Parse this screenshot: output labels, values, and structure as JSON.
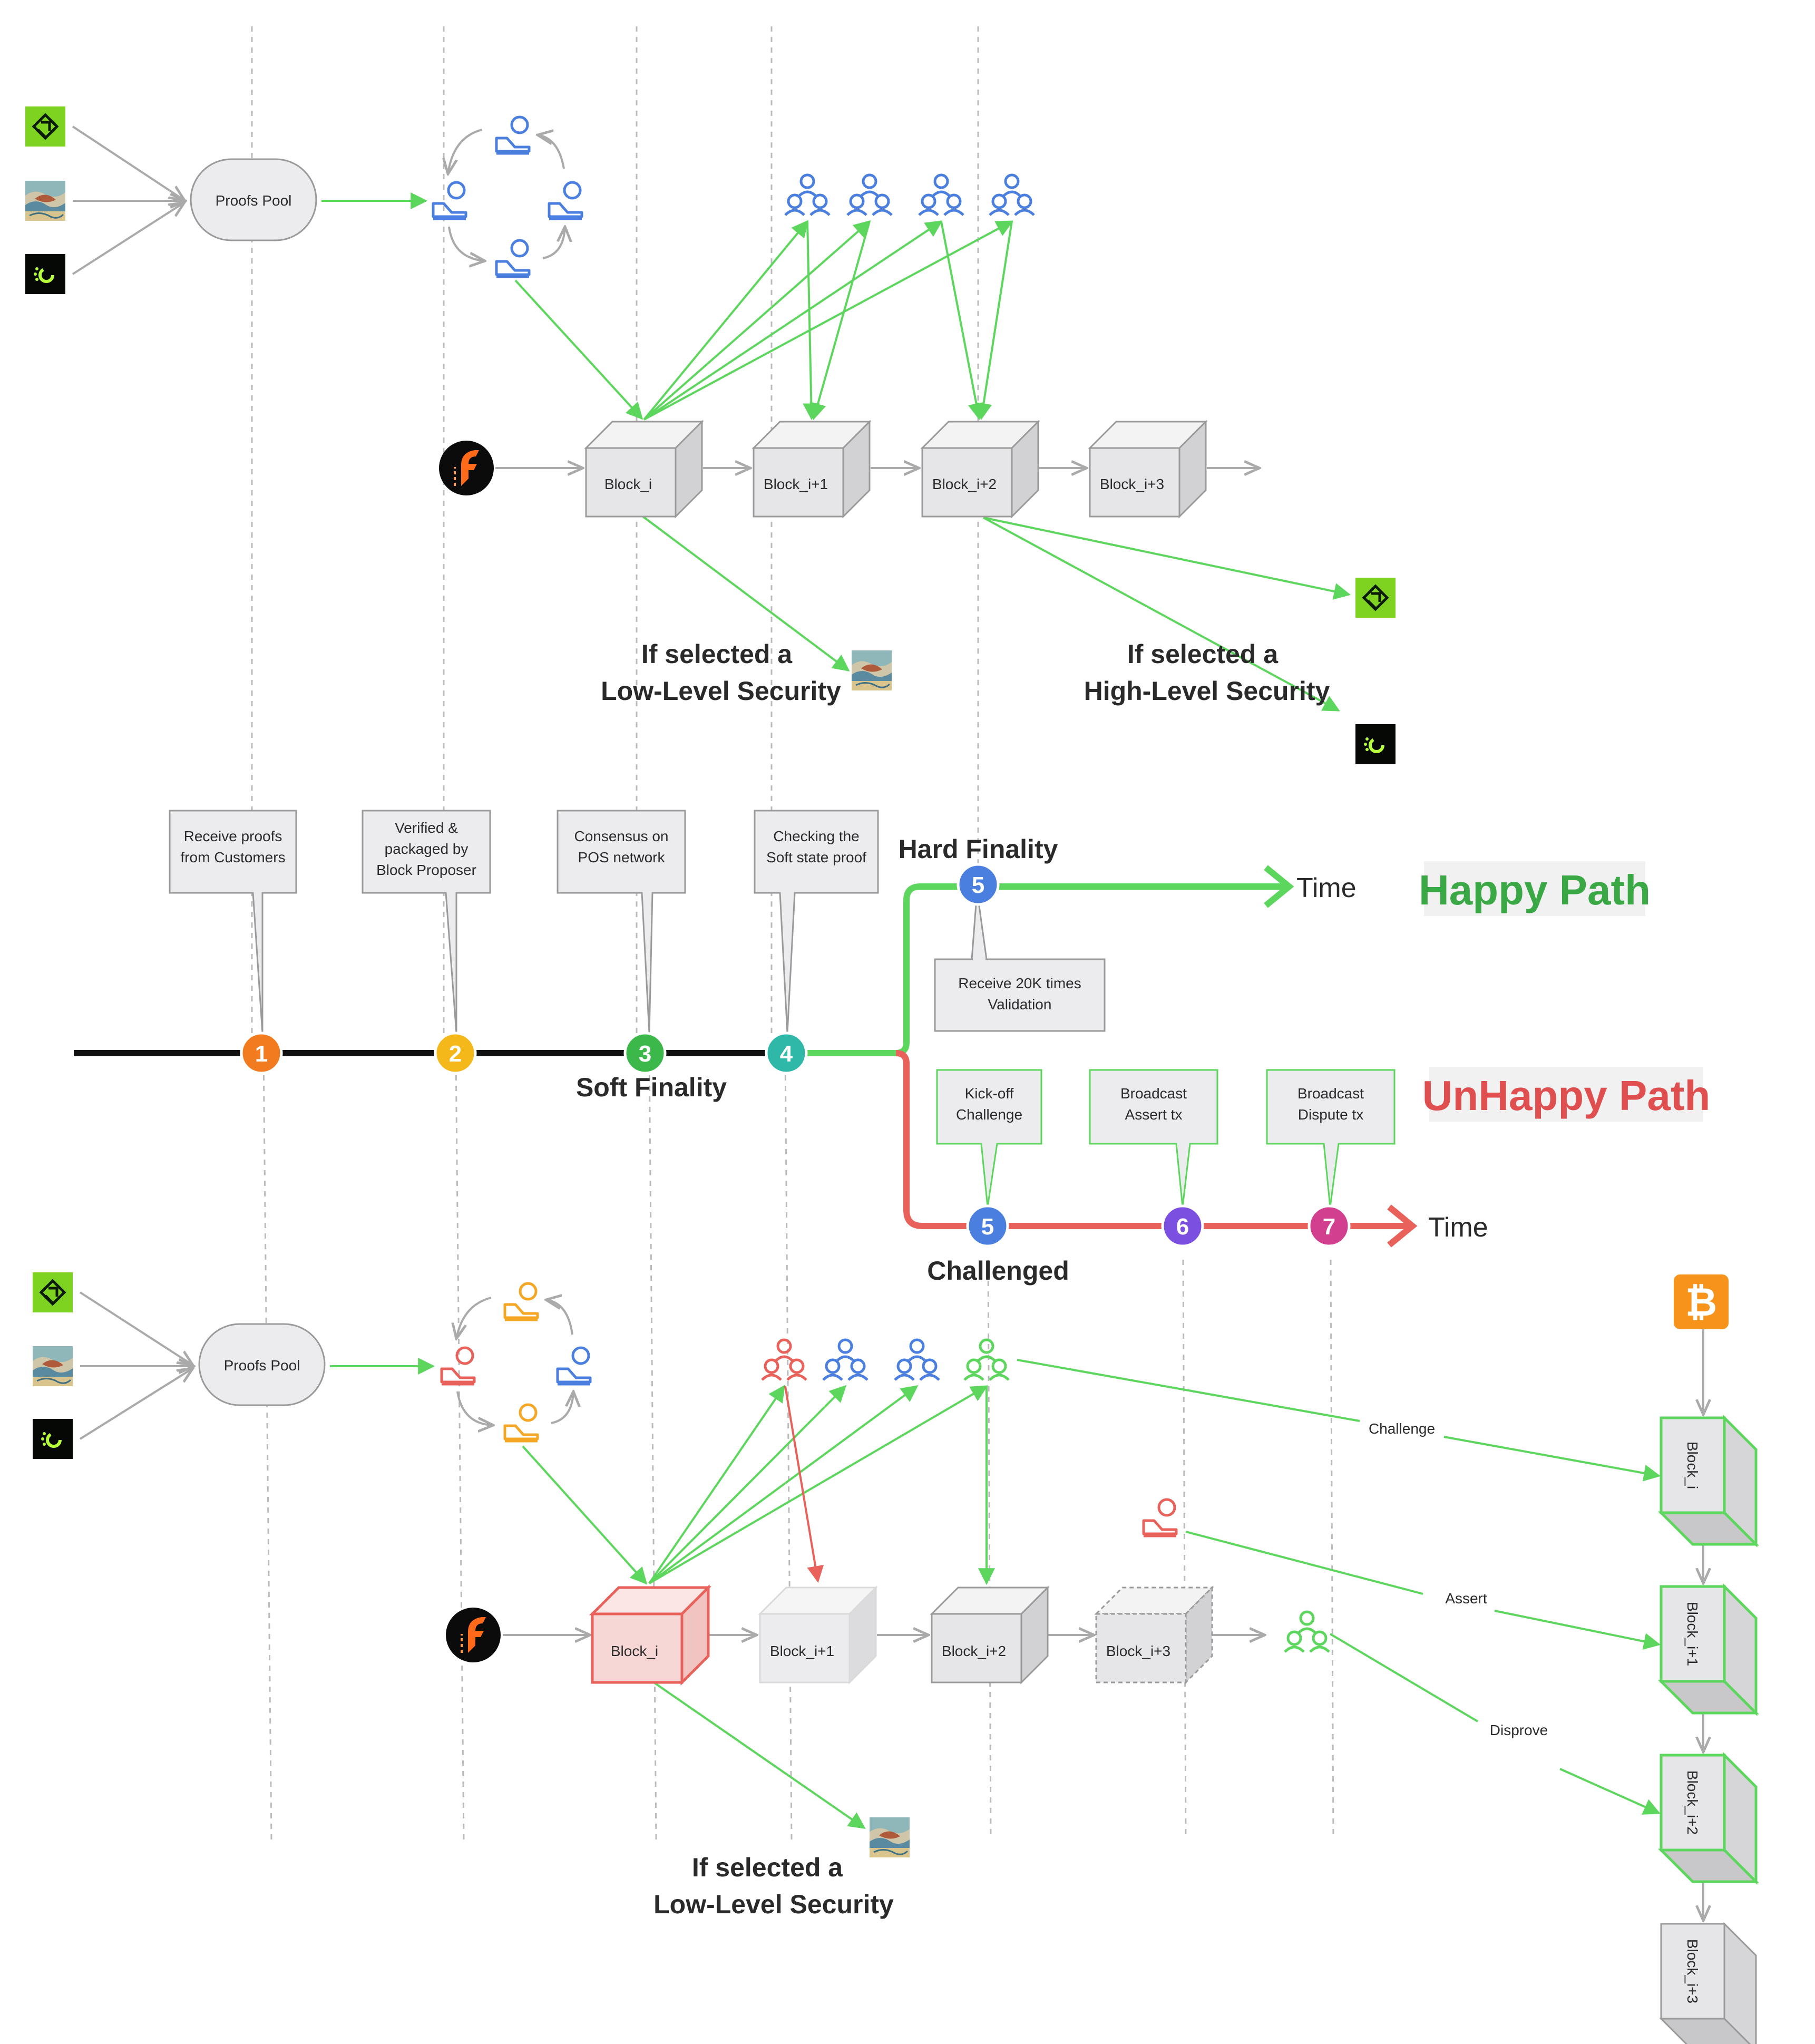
{
  "colors": {
    "green": "#5cd65c",
    "red": "#e8615a",
    "blue": "#4a7fe0",
    "orange": "#f5a623",
    "grey_block": "#e6e6e8",
    "happy": "#39a845",
    "unhappy": "#e04f4f"
  },
  "top": {
    "pool_label": "Proofs Pool",
    "blocks": [
      "Block_i",
      "Block_i+1",
      "Block_i+2",
      "Block_i+3"
    ],
    "low_security": [
      "If selected a",
      "Low-Level Security"
    ],
    "high_security": [
      "If selected a",
      "High-Level Security"
    ]
  },
  "timeline": {
    "callouts": [
      [
        "Receive proofs",
        "from Customers"
      ],
      [
        "Verified &",
        "packaged by",
        "Block Proposer"
      ],
      [
        "Consensus on",
        "POS network"
      ],
      [
        "Checking the",
        "Soft state proof"
      ]
    ],
    "steps": [
      "1",
      "2",
      "3",
      "4"
    ],
    "soft_finality": "Soft Finality",
    "hard_finality": "Hard Finality",
    "happy_step": "5",
    "happy_callout": [
      "Receive 20K times",
      "Validation"
    ],
    "time_label": "Time",
    "happy_path": "Happy Path",
    "unhappy_path": "UnHappy Path",
    "unhappy_steps": [
      "5",
      "6",
      "7"
    ],
    "unhappy_callouts": [
      [
        "Kick-off",
        "Challenge"
      ],
      [
        "Broadcast",
        "Assert tx"
      ],
      [
        "Broadcast",
        "Dispute tx"
      ]
    ],
    "challenged": "Challenged"
  },
  "bottom": {
    "pool_label": "Proofs Pool",
    "blocks": [
      "Block_i",
      "Block_i+1",
      "Block_i+2",
      "Block_i+3"
    ],
    "low_security": [
      "If selected a",
      "Low-Level Security"
    ],
    "edge_labels": [
      "Challenge",
      "Assert",
      "Disprove"
    ],
    "chain_blocks": [
      "Block_i",
      "Block_i+1",
      "Block_i+2",
      "Block_i+3"
    ],
    "bitcoin_symbol": "₿"
  },
  "icons": [
    "lime-logo-icon",
    "dragon-painting-icon",
    "ring-logo-icon",
    "flame-logo-icon",
    "bitcoin-icon",
    "validator-icon",
    "committee-icon"
  ]
}
